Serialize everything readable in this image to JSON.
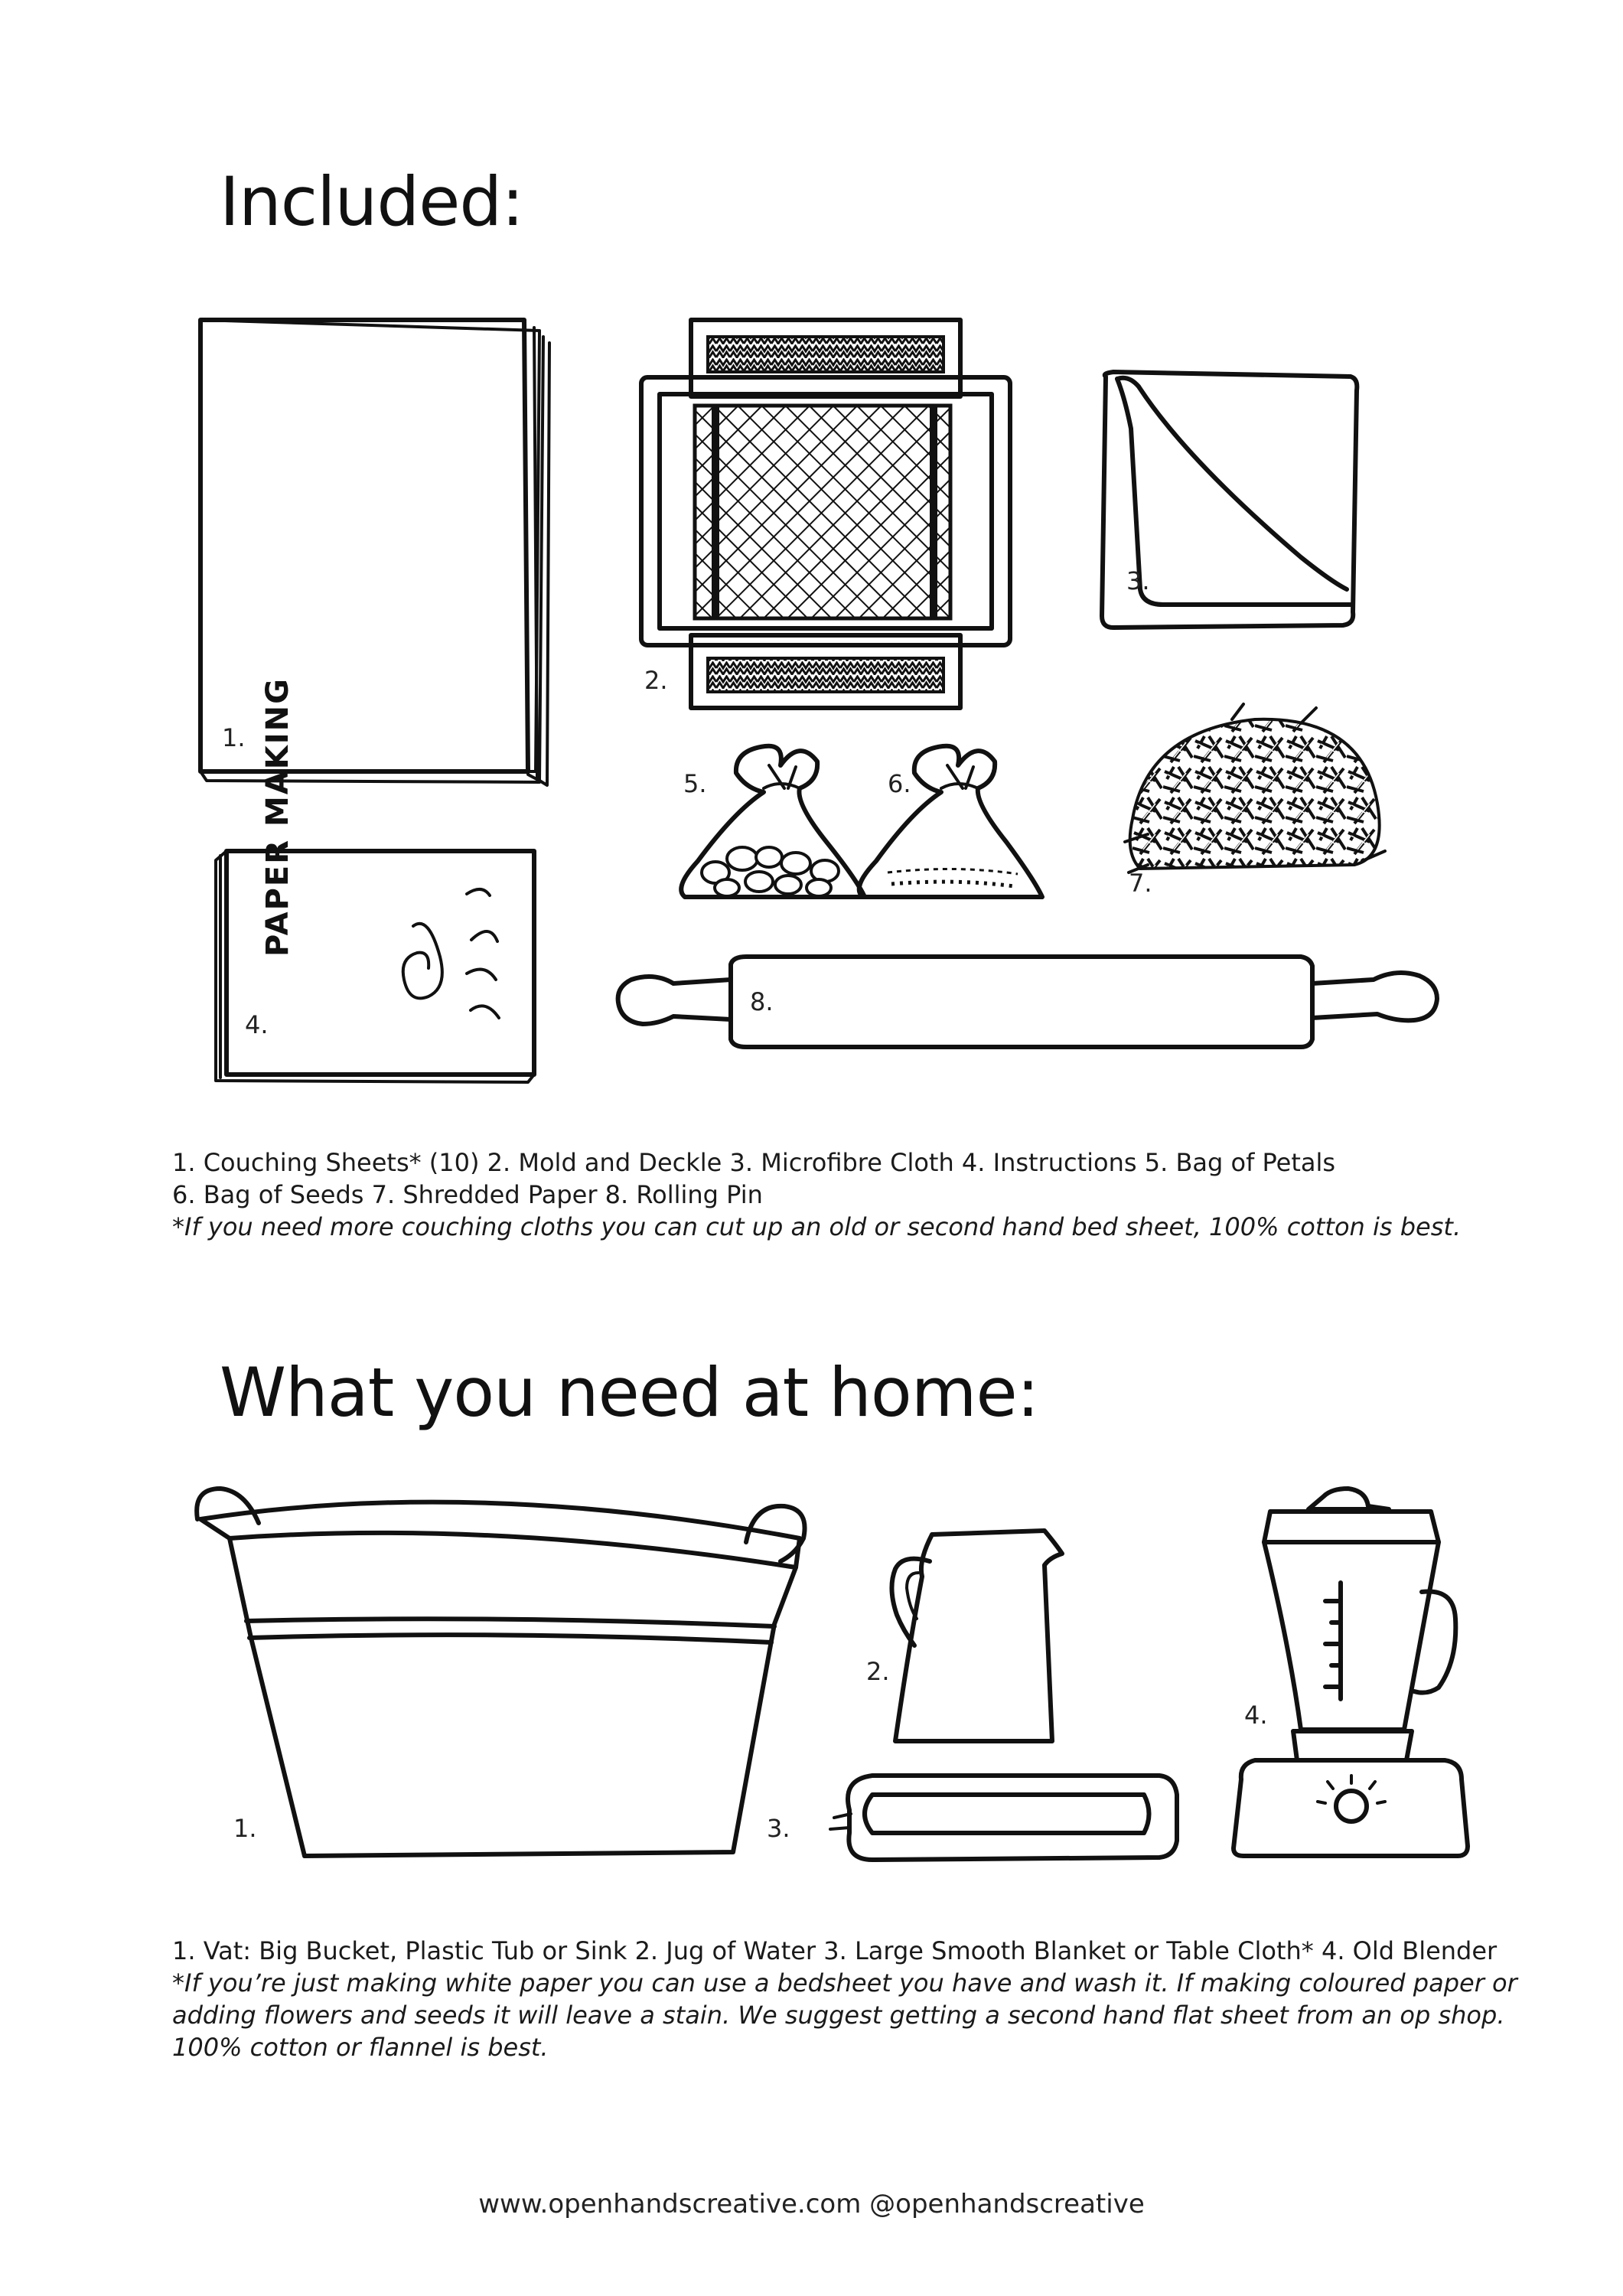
{
  "included": {
    "heading": "Included:",
    "labels": [
      "1.",
      "2.",
      "3.",
      "4.",
      "5.",
      "6.",
      "7.",
      "8."
    ],
    "booklet_text": "PAPER MAKING",
    "caption_line1": "1. Couching Sheets* (10) 2. Mold and Deckle 3. Microfibre Cloth 4. Instructions 5. Bag of Petals",
    "caption_line2": "6. Bag of Seeds 7. Shredded Paper 8. Rolling Pin",
    "footnote": "*If you need more couching cloths you can cut up an old or second hand bed sheet, 100% cotton is best."
  },
  "home": {
    "heading": "What you need at home:",
    "labels": [
      "1.",
      "2.",
      "3.",
      "4."
    ],
    "caption_line1": "1. Vat: Big Bucket, Plastic Tub or Sink 2. Jug of Water 3. Large Smooth Blanket or Table Cloth* 4. Old Blender",
    "footnote_line1": "*If you’re just making white paper you can use a bedsheet you have and wash it. If making coloured paper or",
    "footnote_line2": "adding flowers and seeds it will leave a stain. We suggest getting a second hand flat sheet from an op shop.",
    "footnote_line3": "100% cotton or flannel is best."
  },
  "footer": {
    "text": "www.openhandscreative.com @openhandscreative"
  }
}
